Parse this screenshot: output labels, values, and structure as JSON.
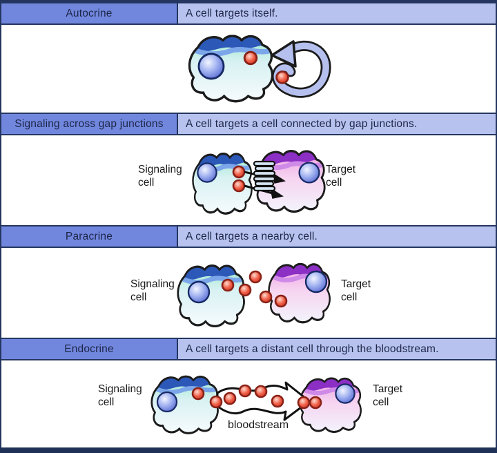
{
  "page": {
    "colors": {
      "frame_navy": "#24365f",
      "header_left_bg": "#7187de",
      "header_right_bg": "#b7c2ee",
      "header_text": "#1d2547",
      "canvas_bg": "#ffffff",
      "cell_outline": "#1c1c1c",
      "signal_band_blue": "#2c58b8",
      "signal_stripe_blue": "#7ca6ea",
      "target_band_purple": "#8c2fc4",
      "target_stripe_purple": "#cf8ae8",
      "nucleus_blue": "#5265cf",
      "ligand_red": "#ee5b43",
      "loop_arrow_periwinkle": "#b5c0ee"
    },
    "sections": [
      {
        "title": "Autocrine",
        "description": "A cell targets itself.",
        "labels": {}
      },
      {
        "title": "Signaling across gap junctions",
        "description": "A cell targets a cell connected by gap junctions.",
        "labels": {
          "signaling": "Signaling\ncell",
          "target": "Target\ncell"
        }
      },
      {
        "title": "Paracrine",
        "description": "A cell targets a nearby cell.",
        "labels": {
          "signaling": "Signaling\ncell",
          "target": "Target\ncell"
        }
      },
      {
        "title": "Endocrine",
        "description": "A cell targets a distant cell through the bloodstream.",
        "labels": {
          "signaling": "Signaling\ncell",
          "target": "Target\ncell",
          "bloodstream": "bloodstream"
        }
      }
    ]
  }
}
